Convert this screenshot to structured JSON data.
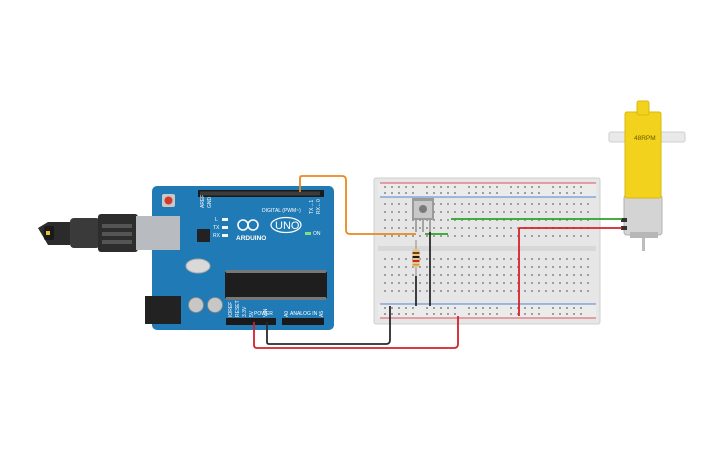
{
  "arduino": {
    "brand": "ARDUINO",
    "model": "UNO",
    "digital_header": "DIGITAL (PWM~)",
    "power_header": "POWER",
    "analog_header": "ANALOG IN",
    "label_aref": "AREF",
    "label_gnd": "GND",
    "label_l": "L",
    "label_tx": "TX",
    "label_rx": "RX",
    "label_on": "ON",
    "label_ioref": "IOREF",
    "label_reset": "RESET",
    "label_3v3": "3.3V",
    "label_5v": "5V",
    "label_vin": "VIN",
    "label_a0": "A0",
    "label_a5": "A5",
    "label_tx1": "TX→1",
    "label_rx0": "RX←0"
  },
  "motor": {
    "label": "48RPM"
  },
  "wire_colors": {
    "signal": "#e8891c",
    "ground": "#2a2a2a",
    "power": "#d6202a",
    "motor_pos": "#2aa32a",
    "motor_neg": "#d6202a"
  }
}
